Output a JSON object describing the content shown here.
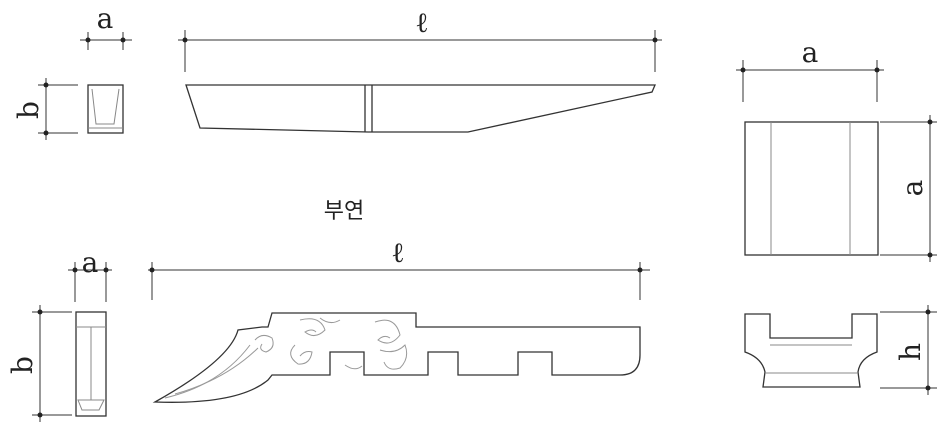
{
  "caption": "부연",
  "labels": {
    "a": "a",
    "b": "b",
    "l": "ℓ",
    "h": "h"
  }
}
